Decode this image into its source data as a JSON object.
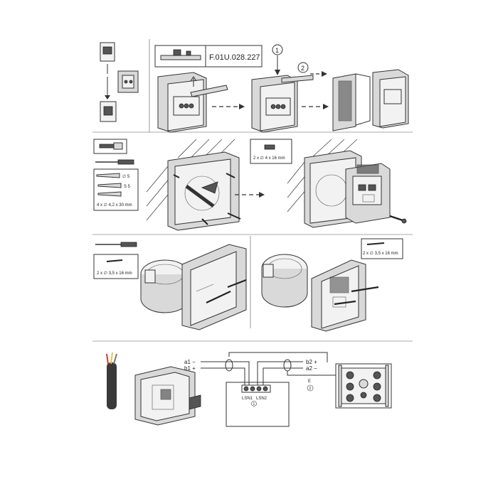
{
  "labels": {
    "part_number": "F.01U.028.227",
    "step_1": "1",
    "step_2": "2",
    "screw_4x16": "2 x   ∅ 4 x 16 mm",
    "plug_5": "∅ 5",
    "plug_s5": "S 5",
    "screw_4_2x30": "4 x   ∅ 4,2 x 30 mm",
    "screw_3_5x16_left": "2 x   ∅ 3,5 x 16 mm",
    "screw_3_5x16_right": "2 x   ∅ 3,5 x 16 mm",
    "wire_a1": "a1 −",
    "wire_b1": "b1 +",
    "wire_b2": "b2 +",
    "wire_a2": "a2 −",
    "terminal_lsn1": "LSN1",
    "terminal_lsn2": "LSN2",
    "marker_1": "1",
    "marker_e": "E",
    "marker_2": "2"
  },
  "icons": [
    "callpoint-device-icon",
    "screwdriver-icon",
    "wall-plug-icon",
    "screw-icon",
    "flush-box-icon",
    "cable-icon",
    "terminal-block-icon"
  ]
}
